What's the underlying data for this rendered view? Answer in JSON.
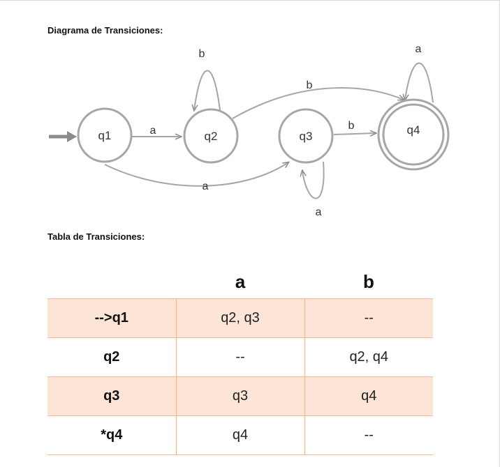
{
  "diagram": {
    "title": "Diagrama de Transiciones:",
    "states": [
      {
        "id": "q1",
        "label": "q1",
        "initial": true,
        "final": false
      },
      {
        "id": "q2",
        "label": "q2",
        "initial": false,
        "final": false
      },
      {
        "id": "q3",
        "label": "q3",
        "initial": false,
        "final": false
      },
      {
        "id": "q4",
        "label": "q4",
        "initial": false,
        "final": true
      }
    ],
    "edges": [
      {
        "from": "q1",
        "to": "q2",
        "label": "a"
      },
      {
        "from": "q2",
        "to": "q2",
        "label": "b"
      },
      {
        "from": "q2",
        "to": "q4",
        "label": "b"
      },
      {
        "from": "q1",
        "to": "q3",
        "label": "a"
      },
      {
        "from": "q3",
        "to": "q3",
        "label": "a"
      },
      {
        "from": "q3",
        "to": "q4",
        "label": "b"
      },
      {
        "from": "q4",
        "to": "q4",
        "label": "a"
      }
    ],
    "colors": {
      "stroke": "#a6a6a6",
      "arrow": "#7f7f7f",
      "text": "#333333"
    }
  },
  "table": {
    "title": "Tabla de Transiciones:",
    "headers": [
      "",
      "a",
      "b"
    ],
    "rows": [
      {
        "state": "-->q1",
        "a": "q2, q3",
        "b": "--",
        "shaded": true
      },
      {
        "state": "q2",
        "a": "--",
        "b": "q2, q4",
        "shaded": false
      },
      {
        "state": "q3",
        "a": "q3",
        "b": "q4",
        "shaded": true
      },
      {
        "state": "*q4",
        "a": "q4",
        "b": "--",
        "shaded": false
      }
    ],
    "colors": {
      "shade": "#fce4d6",
      "border": "#f2b89b"
    }
  }
}
